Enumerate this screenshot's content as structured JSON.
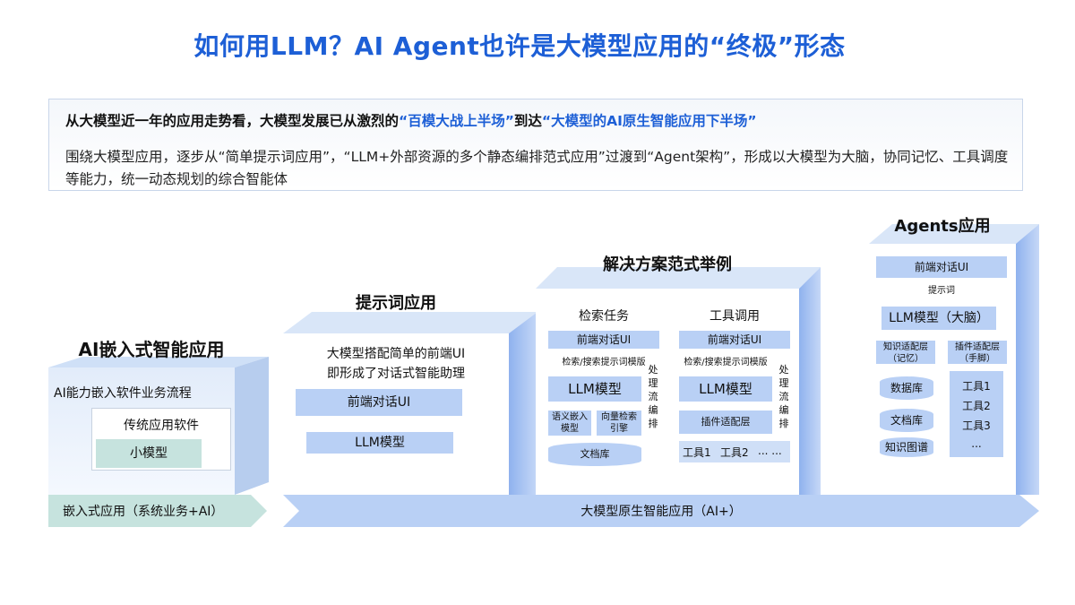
{
  "title": "如何用LLM？AI Agent也许是大模型应用的“终极”形态",
  "intro": {
    "line1_a": "从大模型近一年的应用走势看，大模型发展已从激烈的",
    "line1_hl1": "“百模大战上半场”",
    "line1_b": "到达",
    "line1_hl2": "“大模型的AI原生智能应用下半场”",
    "body": "围绕大模型应用，逐步从“简单提示词应用”，“LLM+外部资源的多个静态编排范式应用”过渡到“Agent架构”，形成以大模型为大脑，协同记忆、工具调度等能力，统一动态规划的综合智能体"
  },
  "embedded": {
    "heading": "AI嵌入式智能应用",
    "label": "AI能力嵌入软件业务流程",
    "traditional": "传统应用软件",
    "small_model": "小模型",
    "bottom_bar": "嵌入式应用（系统业务+AI）"
  },
  "prompt_app": {
    "heading": "提示词应用",
    "desc_line1": "大模型搭配简单的前端UI",
    "desc_line2": "即形成了对话式智能助理",
    "ui_box": "前端对话UI",
    "llm_box": "LLM模型"
  },
  "solutions": {
    "heading": "解决方案范式举例",
    "retrieval": {
      "title": "检索任务",
      "ui": "前端对话UI",
      "template": "检索/搜索提示词模版",
      "llm": "LLM模型",
      "side_1": "处",
      "side_2": "理",
      "side_3": "流",
      "side_4": "编",
      "side_5": "排",
      "sem_line1": "语义嵌入",
      "sem_line2": "模型",
      "vec_line1": "向量检索",
      "vec_line2": "引擎",
      "docs": "文档库"
    },
    "tools": {
      "title": "工具调用",
      "ui": "前端对话UI",
      "template": "检索/搜索提示词模版",
      "llm": "LLM模型",
      "side_1": "处",
      "side_2": "理",
      "side_3": "流",
      "side_4": "编",
      "side_5": "排",
      "plugin": "插件适配层",
      "tool1": "工具1",
      "tool2": "工具2",
      "more": "... ..."
    }
  },
  "agents": {
    "heading": "Agents应用",
    "ui": "前端对话UI",
    "prompt": "提示词",
    "llm": "LLM模型（大脑）",
    "knowledge_line1": "知识适配层",
    "knowledge_line2": "（记忆）",
    "plugin_line1": "插件适配层",
    "plugin_line2": "（手脚）",
    "db": "数据库",
    "docs": "文档库",
    "kg": "知识图谱",
    "tool1": "工具1",
    "tool2": "工具2",
    "tool3": "工具3",
    "more": "..."
  },
  "native_bar": "大模型原生智能应用（AI+）",
  "colors": {
    "title": "#1d5fd6",
    "box": "#b9d0f5",
    "panel_side": "#a9c4f0",
    "teal": "#c6e3de"
  }
}
